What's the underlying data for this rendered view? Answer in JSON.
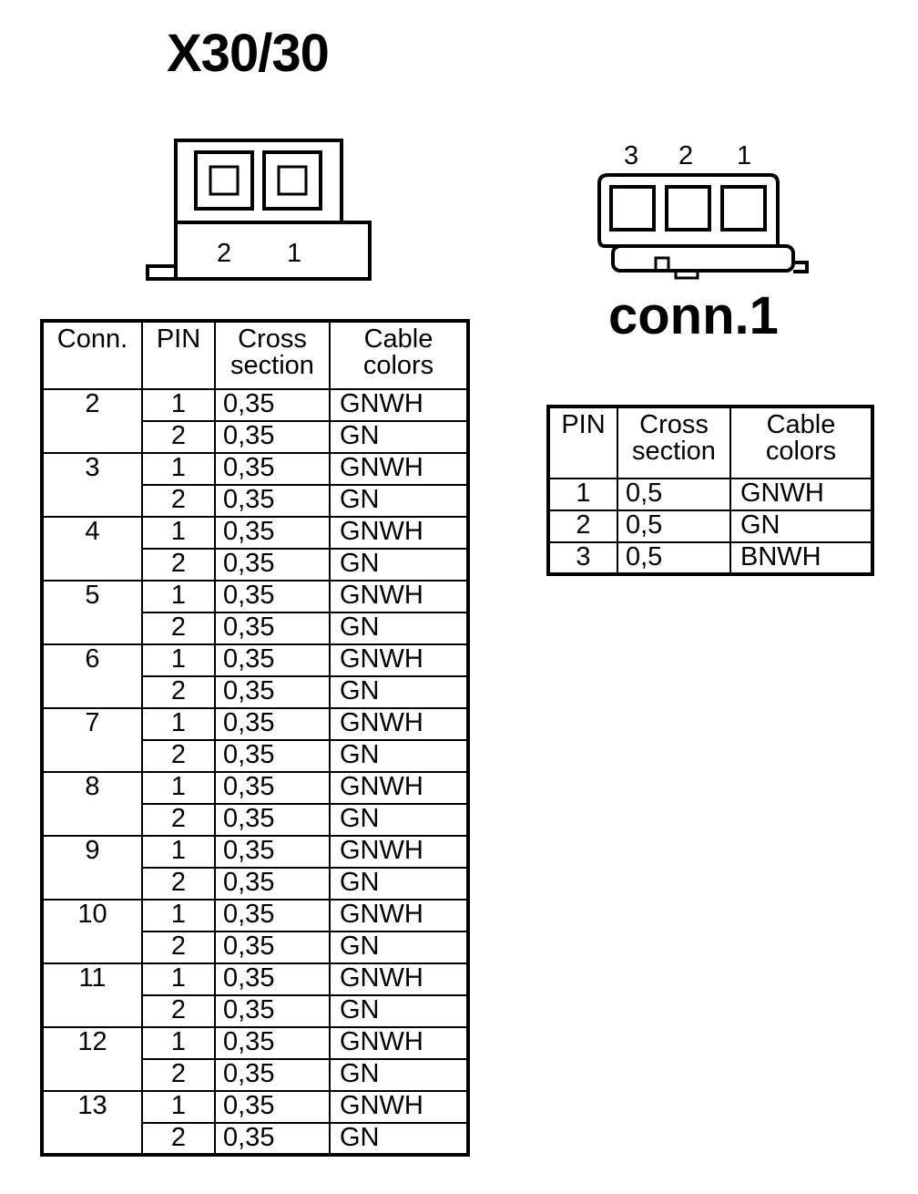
{
  "connector_x30": {
    "title": "X30/30",
    "pin_labels": [
      "2",
      "1"
    ],
    "table": {
      "headers": {
        "conn": "Conn.",
        "pin": "PIN",
        "cross": [
          "Cross",
          "section"
        ],
        "color": [
          "Cable",
          "colors"
        ]
      },
      "groups": [
        {
          "conn": "2",
          "rows": [
            {
              "pin": "1",
              "cross": "0,35",
              "color": "GNWH"
            },
            {
              "pin": "2",
              "cross": "0,35",
              "color": "GN"
            }
          ]
        },
        {
          "conn": "3",
          "rows": [
            {
              "pin": "1",
              "cross": "0,35",
              "color": "GNWH"
            },
            {
              "pin": "2",
              "cross": "0,35",
              "color": "GN"
            }
          ]
        },
        {
          "conn": "4",
          "rows": [
            {
              "pin": "1",
              "cross": "0,35",
              "color": "GNWH"
            },
            {
              "pin": "2",
              "cross": "0,35",
              "color": "GN"
            }
          ]
        },
        {
          "conn": "5",
          "rows": [
            {
              "pin": "1",
              "cross": "0,35",
              "color": "GNWH"
            },
            {
              "pin": "2",
              "cross": "0,35",
              "color": "GN"
            }
          ]
        },
        {
          "conn": "6",
          "rows": [
            {
              "pin": "1",
              "cross": "0,35",
              "color": "GNWH"
            },
            {
              "pin": "2",
              "cross": "0,35",
              "color": "GN"
            }
          ]
        },
        {
          "conn": "7",
          "rows": [
            {
              "pin": "1",
              "cross": "0,35",
              "color": "GNWH"
            },
            {
              "pin": "2",
              "cross": "0,35",
              "color": "GN"
            }
          ]
        },
        {
          "conn": "8",
          "rows": [
            {
              "pin": "1",
              "cross": "0,35",
              "color": "GNWH"
            },
            {
              "pin": "2",
              "cross": "0,35",
              "color": "GN"
            }
          ]
        },
        {
          "conn": "9",
          "rows": [
            {
              "pin": "1",
              "cross": "0,35",
              "color": "GNWH"
            },
            {
              "pin": "2",
              "cross": "0,35",
              "color": "GN"
            }
          ]
        },
        {
          "conn": "10",
          "rows": [
            {
              "pin": "1",
              "cross": "0,35",
              "color": "GNWH"
            },
            {
              "pin": "2",
              "cross": "0,35",
              "color": "GN"
            }
          ]
        },
        {
          "conn": "11",
          "rows": [
            {
              "pin": "1",
              "cross": "0,35",
              "color": "GNWH"
            },
            {
              "pin": "2",
              "cross": "0,35",
              "color": "GN"
            }
          ]
        },
        {
          "conn": "12",
          "rows": [
            {
              "pin": "1",
              "cross": "0,35",
              "color": "GNWH"
            },
            {
              "pin": "2",
              "cross": "0,35",
              "color": "GN"
            }
          ]
        },
        {
          "conn": "13",
          "rows": [
            {
              "pin": "1",
              "cross": "0,35",
              "color": "GNWH"
            },
            {
              "pin": "2",
              "cross": "0,35",
              "color": "GN"
            }
          ]
        }
      ]
    }
  },
  "connector_conn1": {
    "title": "conn.1",
    "pin_labels": [
      "3",
      "2",
      "1"
    ],
    "table": {
      "headers": {
        "pin": "PIN",
        "cross": [
          "Cross",
          "section"
        ],
        "color": [
          "Cable",
          "colors"
        ]
      },
      "rows": [
        {
          "pin": "1",
          "cross": "0,5",
          "color": "GNWH"
        },
        {
          "pin": "2",
          "cross": "0,5",
          "color": "GN"
        },
        {
          "pin": "3",
          "cross": "0,5",
          "color": "BNWH"
        }
      ]
    }
  }
}
